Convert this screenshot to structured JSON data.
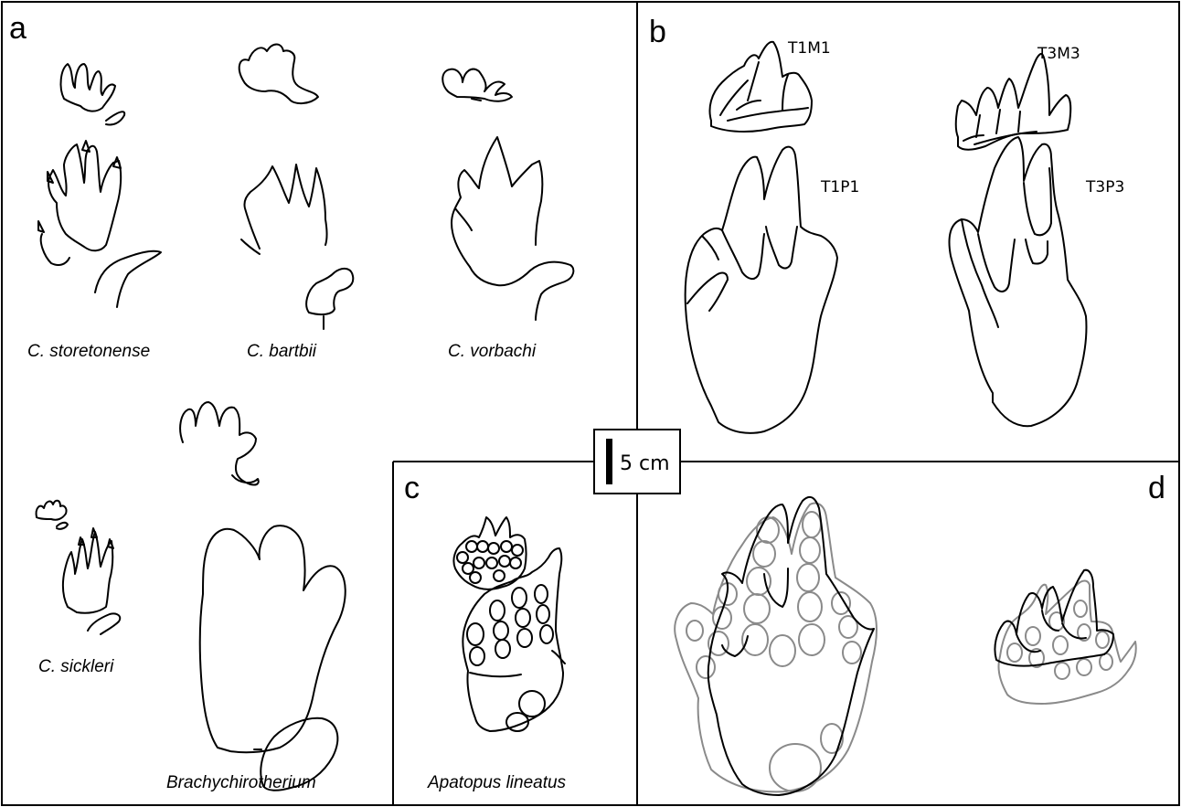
{
  "panels": {
    "a": {
      "letter": "a",
      "species": [
        "C. storetonense",
        "C. bartbii",
        "C. vorbachi",
        "C. sickleri",
        "Brachychirotherium"
      ]
    },
    "b": {
      "letter": "b",
      "labels": [
        "T1M1",
        "T3M3",
        "T1P1",
        "T3P3"
      ]
    },
    "c": {
      "letter": "c",
      "species": "Apatopus lineatus"
    },
    "d": {
      "letter": "d"
    }
  },
  "scale_bar": {
    "label": "5 cm"
  },
  "colors": {
    "ink": "#000000",
    "overlay_grey": "#8a8a8a"
  }
}
